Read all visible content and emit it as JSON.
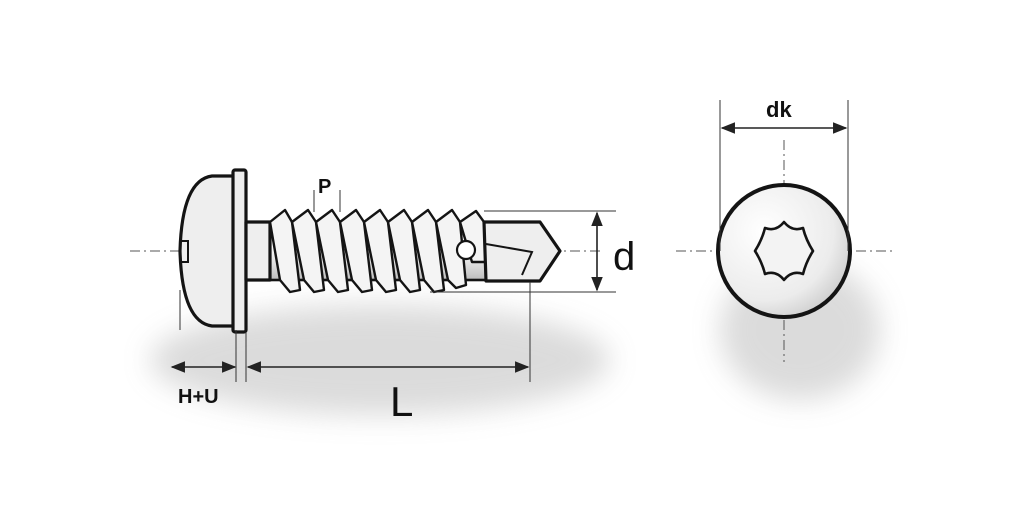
{
  "labels": {
    "pitch": "P",
    "diameter": "d",
    "head_height": "H+U",
    "length": "L",
    "head_diameter": "dk"
  },
  "colors": {
    "outline": "#141414",
    "shading": "#d9d9d9",
    "background": "#ffffff"
  },
  "icons": {
    "drive": "torx-drive-icon",
    "arrow": "dimension-arrow-icon"
  }
}
